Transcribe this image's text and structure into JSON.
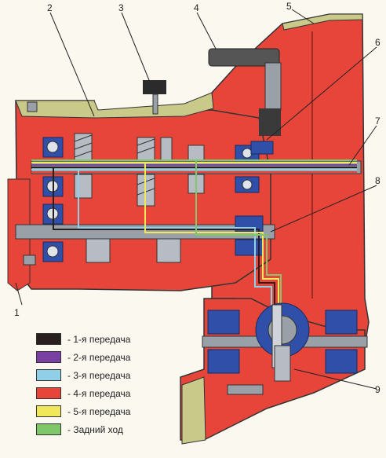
{
  "callouts": [
    {
      "id": "1",
      "label": "1"
    },
    {
      "id": "2",
      "label": "2"
    },
    {
      "id": "3",
      "label": "3"
    },
    {
      "id": "4",
      "label": "4"
    },
    {
      "id": "5",
      "label": "5"
    },
    {
      "id": "6",
      "label": "6"
    },
    {
      "id": "7",
      "label": "7"
    },
    {
      "id": "8",
      "label": "8"
    },
    {
      "id": "9",
      "label": "9"
    }
  ],
  "legend": [
    {
      "label": "- 1-я  передача",
      "color": "#2a1f1f"
    },
    {
      "label": "- 2-я  передача",
      "color": "#7a3fa3"
    },
    {
      "label": "- 3-я  передача",
      "color": "#8fd0e8"
    },
    {
      "label": "- 4-я  передача",
      "color": "#e8453a"
    },
    {
      "label": "- 5-я  передача",
      "color": "#f0e85a"
    },
    {
      "label": "- Задний ход",
      "color": "#7fc76a"
    }
  ],
  "colors": {
    "housing": "#e8453a",
    "shaft": "#9aa0a8",
    "bearing": "#2f4fa8",
    "cover": "#c9c98a"
  }
}
